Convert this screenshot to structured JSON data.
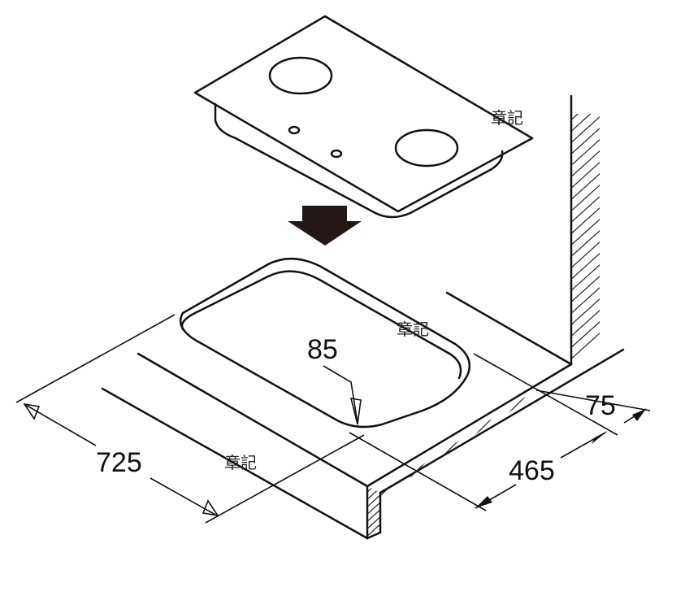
{
  "diagram": {
    "watermarks": [
      "章記",
      "章記",
      "章記"
    ],
    "dimensions": {
      "cutout_corner_radius": "85",
      "cutout_width": "725",
      "cutout_depth": "465",
      "wall_offset": "75"
    }
  }
}
